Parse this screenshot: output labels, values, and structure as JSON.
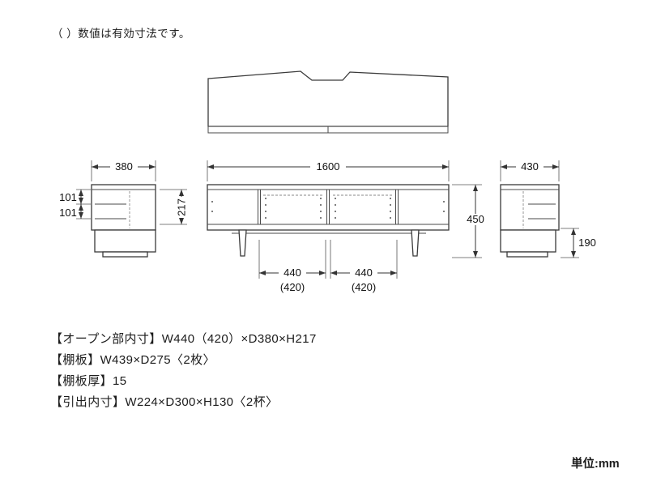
{
  "note": "（ ）数値は有効寸法です。",
  "unit": "単位:mm",
  "specs": {
    "line1": "【オープン部内寸】W440（420）×D380×H217",
    "line2": "【棚板】W439×D275〈2枚〉",
    "line3": "【棚板厚】15",
    "line4": "【引出内寸】W224×D300×H130〈2杯〉"
  },
  "dims": {
    "side_depth": "380",
    "pitch1": "101",
    "pitch2": "101",
    "open_h": "217",
    "width": "1600",
    "height": "450",
    "open_w_left": "440",
    "open_w_left_eff": "(420)",
    "open_w_right": "440",
    "open_w_right_eff": "(420)",
    "end_depth": "430",
    "leg_h": "190"
  }
}
